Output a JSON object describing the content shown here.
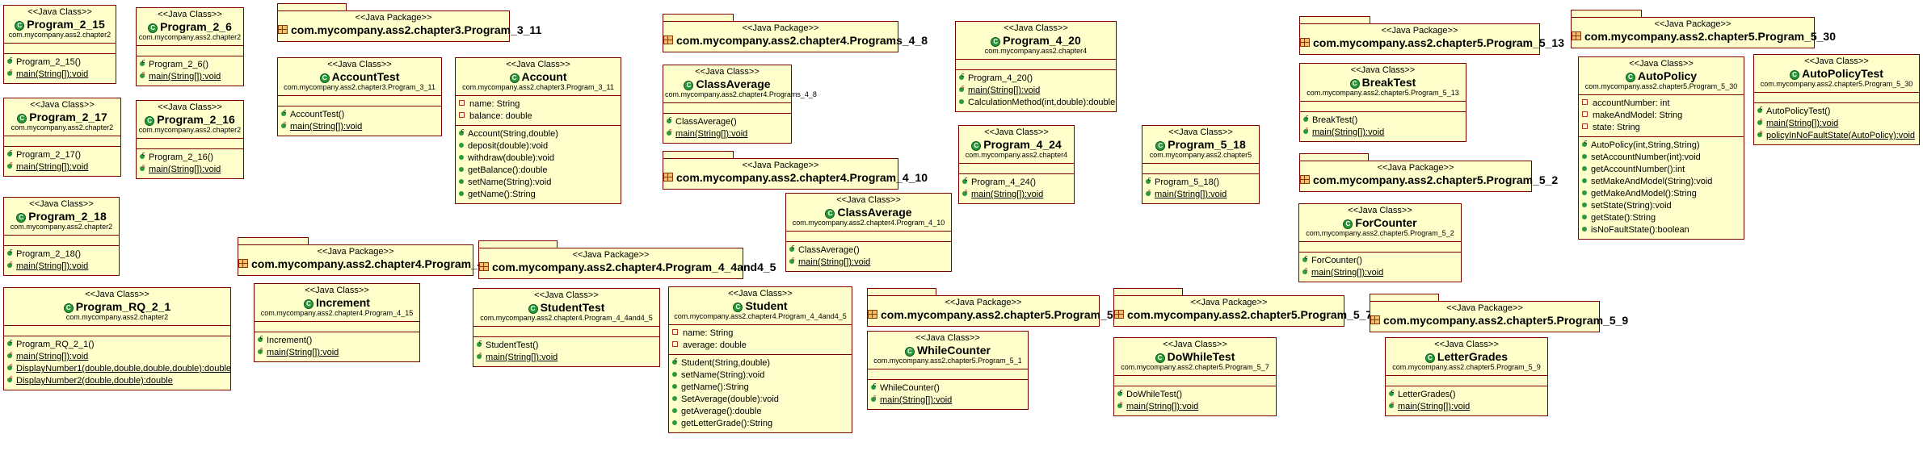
{
  "classes": [
    {
      "id": "program-2-15",
      "stereotype": "<<Java Class>>",
      "name": "Program_2_15",
      "package": "com.mycompany.ass2.chapter2",
      "attributes": [],
      "operations": [
        {
          "text": "Program_2_15()",
          "kind": "ctor"
        },
        {
          "text": "main(String[]):void",
          "kind": "static"
        }
      ]
    },
    {
      "id": "program-2-6",
      "stereotype": "<<Java Class>>",
      "name": "Program_2_6",
      "package": "com.mycompany.ass2.chapter2",
      "attributes": [],
      "operations": [
        {
          "text": "Program_2_6()",
          "kind": "ctor"
        },
        {
          "text": "main(String[]):void",
          "kind": "static"
        }
      ]
    },
    {
      "id": "program-2-17",
      "stereotype": "<<Java Class>>",
      "name": "Program_2_17",
      "package": "com.mycompany.ass2.chapter2",
      "attributes": [],
      "operations": [
        {
          "text": "Program_2_17()",
          "kind": "ctor"
        },
        {
          "text": "main(String[]):void",
          "kind": "static"
        }
      ]
    },
    {
      "id": "program-2-16",
      "stereotype": "<<Java Class>>",
      "name": "Program_2_16",
      "package": "com.mycompany.ass2.chapter2",
      "attributes": [],
      "operations": [
        {
          "text": "Program_2_16()",
          "kind": "ctor"
        },
        {
          "text": "main(String[]):void",
          "kind": "static"
        }
      ]
    },
    {
      "id": "program-2-18",
      "stereotype": "<<Java Class>>",
      "name": "Program_2_18",
      "package": "com.mycompany.ass2.chapter2",
      "attributes": [],
      "operations": [
        {
          "text": "Program_2_18()",
          "kind": "ctor"
        },
        {
          "text": "main(String[]):void",
          "kind": "static"
        }
      ]
    },
    {
      "id": "program-rq-2-1",
      "stereotype": "<<Java Class>>",
      "name": "Program_RQ_2_1",
      "package": "com.mycompany.ass2.chapter2",
      "attributes": [],
      "operations": [
        {
          "text": "Program_RQ_2_1()",
          "kind": "ctor"
        },
        {
          "text": "main(String[]):void",
          "kind": "static"
        },
        {
          "text": "DisplayNumber1(double,double,double,double):double",
          "kind": "static"
        },
        {
          "text": "DisplayNumber2(double,double):double",
          "kind": "static"
        }
      ]
    },
    {
      "id": "account-test",
      "stereotype": "<<Java Class>>",
      "name": "AccountTest",
      "package": "com.mycompany.ass2.chapter3.Program_3_11",
      "attributes": [],
      "operations": [
        {
          "text": "AccountTest()",
          "kind": "ctor"
        },
        {
          "text": "main(String[]):void",
          "kind": "static"
        }
      ]
    },
    {
      "id": "account",
      "stereotype": "<<Java Class>>",
      "name": "Account",
      "package": "com.mycompany.ass2.chapter3.Program_3_11",
      "attributes": [
        "name: String",
        "balance: double"
      ],
      "operations": [
        {
          "text": "Account(String,double)",
          "kind": "ctor"
        },
        {
          "text": "deposit(double):void",
          "kind": "op"
        },
        {
          "text": "withdraw(double):void",
          "kind": "op"
        },
        {
          "text": "getBalance():double",
          "kind": "op"
        },
        {
          "text": "setName(String):void",
          "kind": "op"
        },
        {
          "text": "getName():String",
          "kind": "op"
        }
      ]
    },
    {
      "id": "increment",
      "stereotype": "<<Java Class>>",
      "name": "Increment",
      "package": "com.mycompany.ass2.chapter4.Program_4_15",
      "attributes": [],
      "operations": [
        {
          "text": "Increment()",
          "kind": "ctor"
        },
        {
          "text": "main(String[]):void",
          "kind": "static"
        }
      ]
    },
    {
      "id": "class-average-4-8",
      "stereotype": "<<Java Class>>",
      "name": "ClassAverage",
      "package": "com.mycompany.ass2.chapter4.Programs_4_8",
      "attributes": [],
      "operations": [
        {
          "text": "ClassAverage()",
          "kind": "ctor"
        },
        {
          "text": "main(String[]):void",
          "kind": "static"
        }
      ]
    },
    {
      "id": "class-average-4-10",
      "stereotype": "<<Java Class>>",
      "name": "ClassAverage",
      "package": "com.mycompany.ass2.chapter4.Program_4_10",
      "attributes": [],
      "operations": [
        {
          "text": "ClassAverage()",
          "kind": "ctor"
        },
        {
          "text": "main(String[]):void",
          "kind": "static"
        }
      ]
    },
    {
      "id": "student-test",
      "stereotype": "<<Java Class>>",
      "name": "StudentTest",
      "package": "com.mycompany.ass2.chapter4.Program_4_4and4_5",
      "attributes": [],
      "operations": [
        {
          "text": "StudentTest()",
          "kind": "ctor"
        },
        {
          "text": "main(String[]):void",
          "kind": "static"
        }
      ]
    },
    {
      "id": "student",
      "stereotype": "<<Java Class>>",
      "name": "Student",
      "package": "com.mycompany.ass2.chapter4.Program_4_4and4_5",
      "attributes": [
        "name: String",
        "average: double"
      ],
      "operations": [
        {
          "text": "Student(String,double)",
          "kind": "ctor"
        },
        {
          "text": "setName(String):void",
          "kind": "op"
        },
        {
          "text": "getName():String",
          "kind": "op"
        },
        {
          "text": "SetAverage(double):void",
          "kind": "op"
        },
        {
          "text": "getAverage():double",
          "kind": "op"
        },
        {
          "text": "getLetterGrade():String",
          "kind": "op"
        }
      ]
    },
    {
      "id": "program-4-20",
      "stereotype": "<<Java Class>>",
      "name": "Program_4_20",
      "package": "com.mycompany.ass2.chapter4",
      "attributes": [],
      "operations": [
        {
          "text": "Program_4_20()",
          "kind": "ctor"
        },
        {
          "text": "main(String[]):void",
          "kind": "static"
        },
        {
          "text": "CalculationMethod(int,double):double",
          "kind": "op"
        }
      ]
    },
    {
      "id": "program-4-24",
      "stereotype": "<<Java Class>>",
      "name": "Program_4_24",
      "package": "com.mycompany.ass2.chapter4",
      "attributes": [],
      "operations": [
        {
          "text": "Program_4_24()",
          "kind": "ctor"
        },
        {
          "text": "main(String[]):void",
          "kind": "static"
        }
      ]
    },
    {
      "id": "while-counter",
      "stereotype": "<<Java Class>>",
      "name": "WhileCounter",
      "package": "com.mycompany.ass2.chapter5.Program_5_1",
      "attributes": [],
      "operations": [
        {
          "text": "WhileCounter()",
          "kind": "ctor"
        },
        {
          "text": "main(String[]):void",
          "kind": "static"
        }
      ]
    },
    {
      "id": "program-5-18",
      "stereotype": "<<Java Class>>",
      "name": "Program_5_18",
      "package": "com.mycompany.ass2.chapter5",
      "attributes": [],
      "operations": [
        {
          "text": "Program_5_18()",
          "kind": "ctor"
        },
        {
          "text": "main(String[]):void",
          "kind": "static"
        }
      ]
    },
    {
      "id": "do-while-test",
      "stereotype": "<<Java Class>>",
      "name": "DoWhileTest",
      "package": "com.mycompany.ass2.chapter5.Program_5_7",
      "attributes": [],
      "operations": [
        {
          "text": "DoWhileTest()",
          "kind": "ctor"
        },
        {
          "text": "main(String[]):void",
          "kind": "static"
        }
      ]
    },
    {
      "id": "break-test",
      "stereotype": "<<Java Class>>",
      "name": "BreakTest",
      "package": "com.mycompany.ass2.chapter5.Program_5_13",
      "attributes": [],
      "operations": [
        {
          "text": "BreakTest()",
          "kind": "ctor"
        },
        {
          "text": "main(String[]):void",
          "kind": "static"
        }
      ]
    },
    {
      "id": "for-counter",
      "stereotype": "<<Java Class>>",
      "name": "ForCounter",
      "package": "com.mycompany.ass2.chapter5.Program_5_2",
      "attributes": [],
      "operations": [
        {
          "text": "ForCounter()",
          "kind": "ctor"
        },
        {
          "text": "main(String[]):void",
          "kind": "static"
        }
      ]
    },
    {
      "id": "letter-grades",
      "stereotype": "<<Java Class>>",
      "name": "LetterGrades",
      "package": "com.mycompany.ass2.chapter5.Program_5_9",
      "attributes": [],
      "operations": [
        {
          "text": "LetterGrades()",
          "kind": "ctor"
        },
        {
          "text": "main(String[]):void",
          "kind": "static"
        }
      ]
    },
    {
      "id": "auto-policy",
      "stereotype": "<<Java Class>>",
      "name": "AutoPolicy",
      "package": "com.mycompany.ass2.chapter5.Program_5_30",
      "attributes": [
        "accountNumber: int",
        "makeAndModel: String",
        "state: String"
      ],
      "operations": [
        {
          "text": "AutoPolicy(int,String,String)",
          "kind": "ctor"
        },
        {
          "text": "setAccountNumber(int):void",
          "kind": "op"
        },
        {
          "text": "getAccountNumber():int",
          "kind": "op"
        },
        {
          "text": "setMakeAndModel(String):void",
          "kind": "op"
        },
        {
          "text": "getMakeAndModel():String",
          "kind": "op"
        },
        {
          "text": "setState(String):void",
          "kind": "op"
        },
        {
          "text": "getState():String",
          "kind": "op"
        },
        {
          "text": "isNoFaultState():boolean",
          "kind": "op"
        }
      ]
    },
    {
      "id": "auto-policy-test",
      "stereotype": "<<Java Class>>",
      "name": "AutoPolicyTest",
      "package": "com.mycompany.ass2.chapter5.Program_5_30",
      "attributes": [],
      "operations": [
        {
          "text": "AutoPolicyTest()",
          "kind": "ctor"
        },
        {
          "text": "main(String[]):void",
          "kind": "static"
        },
        {
          "text": "policyInNoFaultState(AutoPolicy):void",
          "kind": "static"
        }
      ]
    }
  ],
  "packages": [
    {
      "id": "pkg-3-11",
      "stereotype": "<<Java Package>>",
      "name": "com.mycompany.ass2.chapter3.Program_3_11"
    },
    {
      "id": "pkg-4-8",
      "stereotype": "<<Java Package>>",
      "name": "com.mycompany.ass2.chapter4.Programs_4_8"
    },
    {
      "id": "pkg-4-10",
      "stereotype": "<<Java Package>>",
      "name": "com.mycompany.ass2.chapter4.Program_4_10"
    },
    {
      "id": "pkg-4-15",
      "stereotype": "<<Java Package>>",
      "name": "com.mycompany.ass2.chapter4.Program_4_15"
    },
    {
      "id": "pkg-4-4and4-5",
      "stereotype": "<<Java Package>>",
      "name": "com.mycompany.ass2.chapter4.Program_4_4and4_5"
    },
    {
      "id": "pkg-5-13",
      "stereotype": "<<Java Package>>",
      "name": "com.mycompany.ass2.chapter5.Program_5_13"
    },
    {
      "id": "pkg-5-2",
      "stereotype": "<<Java Package>>",
      "name": "com.mycompany.ass2.chapter5.Program_5_2"
    },
    {
      "id": "pkg-5-1",
      "stereotype": "<<Java Package>>",
      "name": "com.mycompany.ass2.chapter5.Program_5_1"
    },
    {
      "id": "pkg-5-7",
      "stereotype": "<<Java Package>>",
      "name": "com.mycompany.ass2.chapter5.Program_5_7"
    },
    {
      "id": "pkg-5-9",
      "stereotype": "<<Java Package>>",
      "name": "com.mycompany.ass2.chapter5.Program_5_9"
    },
    {
      "id": "pkg-5-30",
      "stereotype": "<<Java Package>>",
      "name": "com.mycompany.ass2.chapter5.Program_5_30"
    }
  ]
}
